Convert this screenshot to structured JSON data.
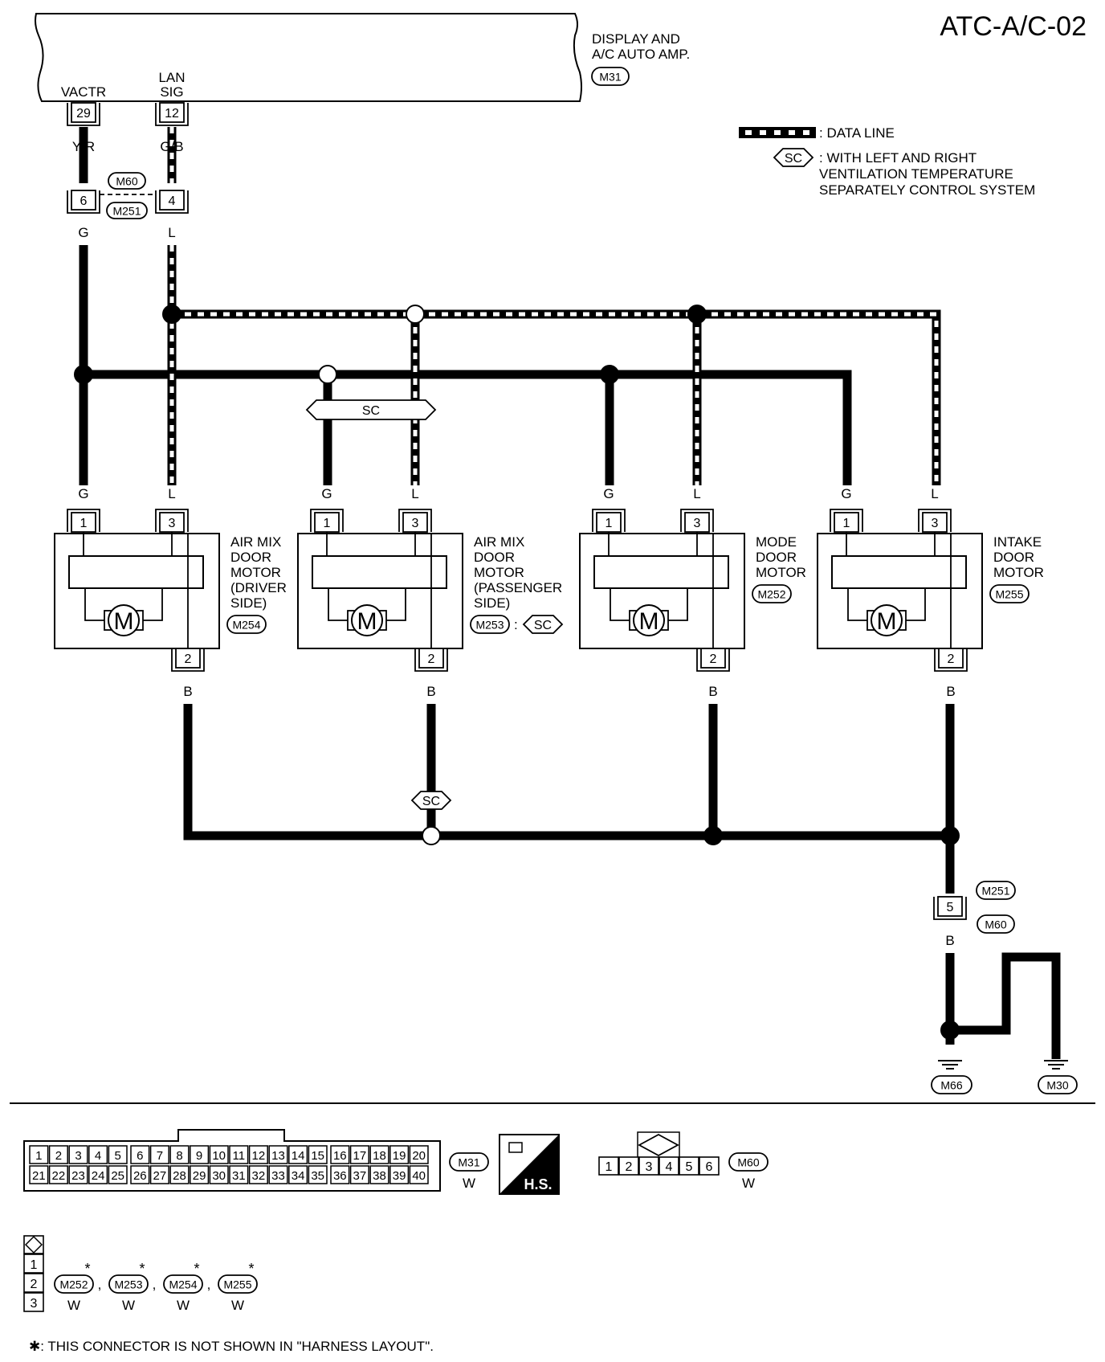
{
  "title": "ATC-A/C-02",
  "legend": {
    "data_line": ": DATA LINE",
    "sc_tag": "SC",
    "sc_note": [
      ": WITH LEFT AND RIGHT",
      "VENTILATION TEMPERATURE",
      "SEPARATELY CONTROL SYSTEM"
    ]
  },
  "amp": {
    "name": [
      "DISPLAY AND",
      "A/C AUTO AMP."
    ],
    "connector": "M31",
    "pins": [
      {
        "label": [
          "VACTR"
        ],
        "num": "29",
        "wire": "Y/R"
      },
      {
        "label": [
          "LAN",
          "SIG"
        ],
        "num": "12",
        "wire": "G/B"
      }
    ]
  },
  "junction": {
    "connectors": [
      "M60",
      "M251"
    ],
    "pins": [
      {
        "num": "6",
        "wire": "G"
      },
      {
        "num": "4",
        "wire": "L"
      }
    ]
  },
  "sc_bus_tag": "SC",
  "motor_symbol": "M",
  "motors": [
    {
      "name": [
        "AIR MIX",
        "DOOR",
        "MOTOR",
        "(DRIVER",
        " SIDE)"
      ],
      "connector": "M254",
      "sc": false,
      "pins": [
        "1",
        "3",
        "2"
      ],
      "wires": [
        "G",
        "L",
        "B"
      ]
    },
    {
      "name": [
        "AIR MIX",
        "DOOR",
        "MOTOR",
        "(PASSENGER",
        " SIDE)"
      ],
      "connector": "M253",
      "sc": true,
      "sc_sep": ":",
      "pins": [
        "1",
        "3",
        "2"
      ],
      "wires": [
        "G",
        "L",
        "B"
      ]
    },
    {
      "name": [
        "MODE",
        "DOOR",
        "MOTOR"
      ],
      "connector": "M252",
      "sc": false,
      "pins": [
        "1",
        "3",
        "2"
      ],
      "wires": [
        "G",
        "L",
        "B"
      ]
    },
    {
      "name": [
        "INTAKE",
        "DOOR",
        "MOTOR"
      ],
      "connector": "M255",
      "sc": false,
      "pins": [
        "1",
        "3",
        "2"
      ],
      "wires": [
        "G",
        "L",
        "B"
      ]
    }
  ],
  "ground_sc_tag": "SC",
  "ground_junction": {
    "connectors": [
      "M251",
      "M60"
    ],
    "pin": "5",
    "wire_top": "B",
    "wire_bottom": "B"
  },
  "grounds": [
    {
      "connector": "M66",
      "wire": "B"
    },
    {
      "connector": "M30",
      "wire": "B"
    }
  ],
  "ground_branch_wire": "B",
  "connector_views": {
    "m31": {
      "row1": [
        "1",
        "2",
        "3",
        "4",
        "5",
        "6",
        "7",
        "8",
        "9",
        "10",
        "11",
        "12",
        "13",
        "14",
        "15",
        "16",
        "17",
        "18",
        "19",
        "20"
      ],
      "row2": [
        "21",
        "22",
        "23",
        "24",
        "25",
        "26",
        "27",
        "28",
        "29",
        "30",
        "31",
        "32",
        "33",
        "34",
        "35",
        "36",
        "37",
        "38",
        "39",
        "40"
      ],
      "id": "M31",
      "color": "W"
    },
    "hs_label": "H.S.",
    "m60": {
      "pins": [
        "1",
        "2",
        "3",
        "4",
        "5",
        "6"
      ],
      "id": "M60",
      "color": "W"
    },
    "small": {
      "pins": [
        "1",
        "2",
        "3"
      ],
      "ids": [
        "M252",
        "M253",
        "M254",
        "M255"
      ],
      "color": "W",
      "star": "*",
      "sep": ","
    }
  },
  "footnote": "✱: THIS CONNECTOR IS NOT SHOWN IN \"HARNESS LAYOUT\"."
}
